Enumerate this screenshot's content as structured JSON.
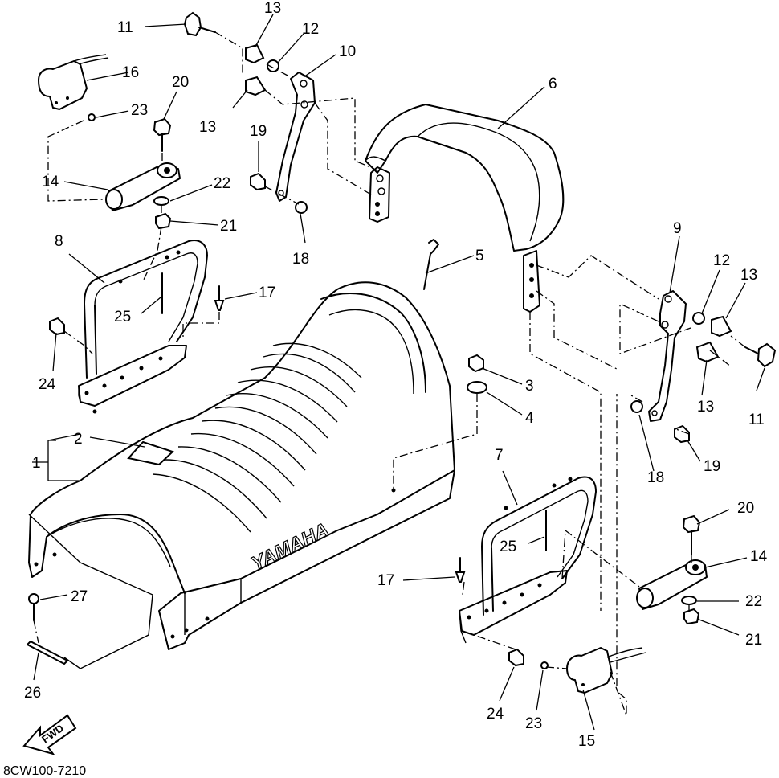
{
  "diagram": {
    "drawing_code": "8CW100-7210",
    "brand_mark": "YAMAHA",
    "direction_arrow_label": "FWD",
    "callouts": [
      {
        "id": "c1",
        "label": "1"
      },
      {
        "id": "c2",
        "label": "2"
      },
      {
        "id": "c3",
        "label": "3"
      },
      {
        "id": "c4",
        "label": "4"
      },
      {
        "id": "c5",
        "label": "5"
      },
      {
        "id": "c6",
        "label": "6"
      },
      {
        "id": "c7",
        "label": "7"
      },
      {
        "id": "c8",
        "label": "8"
      },
      {
        "id": "c9",
        "label": "9"
      },
      {
        "id": "c10",
        "label": "10"
      },
      {
        "id": "c11a",
        "label": "11"
      },
      {
        "id": "c11b",
        "label": "11"
      },
      {
        "id": "c12a",
        "label": "12"
      },
      {
        "id": "c12b",
        "label": "12"
      },
      {
        "id": "c13a",
        "label": "13"
      },
      {
        "id": "c13b",
        "label": "13"
      },
      {
        "id": "c13c",
        "label": "13"
      },
      {
        "id": "c13d",
        "label": "13"
      },
      {
        "id": "c14a",
        "label": "14"
      },
      {
        "id": "c14b",
        "label": "14"
      },
      {
        "id": "c15",
        "label": "15"
      },
      {
        "id": "c16",
        "label": "16"
      },
      {
        "id": "c17a",
        "label": "17"
      },
      {
        "id": "c17b",
        "label": "17"
      },
      {
        "id": "c18a",
        "label": "18"
      },
      {
        "id": "c18b",
        "label": "18"
      },
      {
        "id": "c19a",
        "label": "19"
      },
      {
        "id": "c19b",
        "label": "19"
      },
      {
        "id": "c20a",
        "label": "20"
      },
      {
        "id": "c20b",
        "label": "20"
      },
      {
        "id": "c21a",
        "label": "21"
      },
      {
        "id": "c21b",
        "label": "21"
      },
      {
        "id": "c22a",
        "label": "22"
      },
      {
        "id": "c22b",
        "label": "22"
      },
      {
        "id": "c23a",
        "label": "23"
      },
      {
        "id": "c23b",
        "label": "23"
      },
      {
        "id": "c24a",
        "label": "24"
      },
      {
        "id": "c24b",
        "label": "24"
      },
      {
        "id": "c25a",
        "label": "25"
      },
      {
        "id": "c25b",
        "label": "25"
      },
      {
        "id": "c26",
        "label": "26"
      },
      {
        "id": "c27",
        "label": "27"
      }
    ]
  }
}
